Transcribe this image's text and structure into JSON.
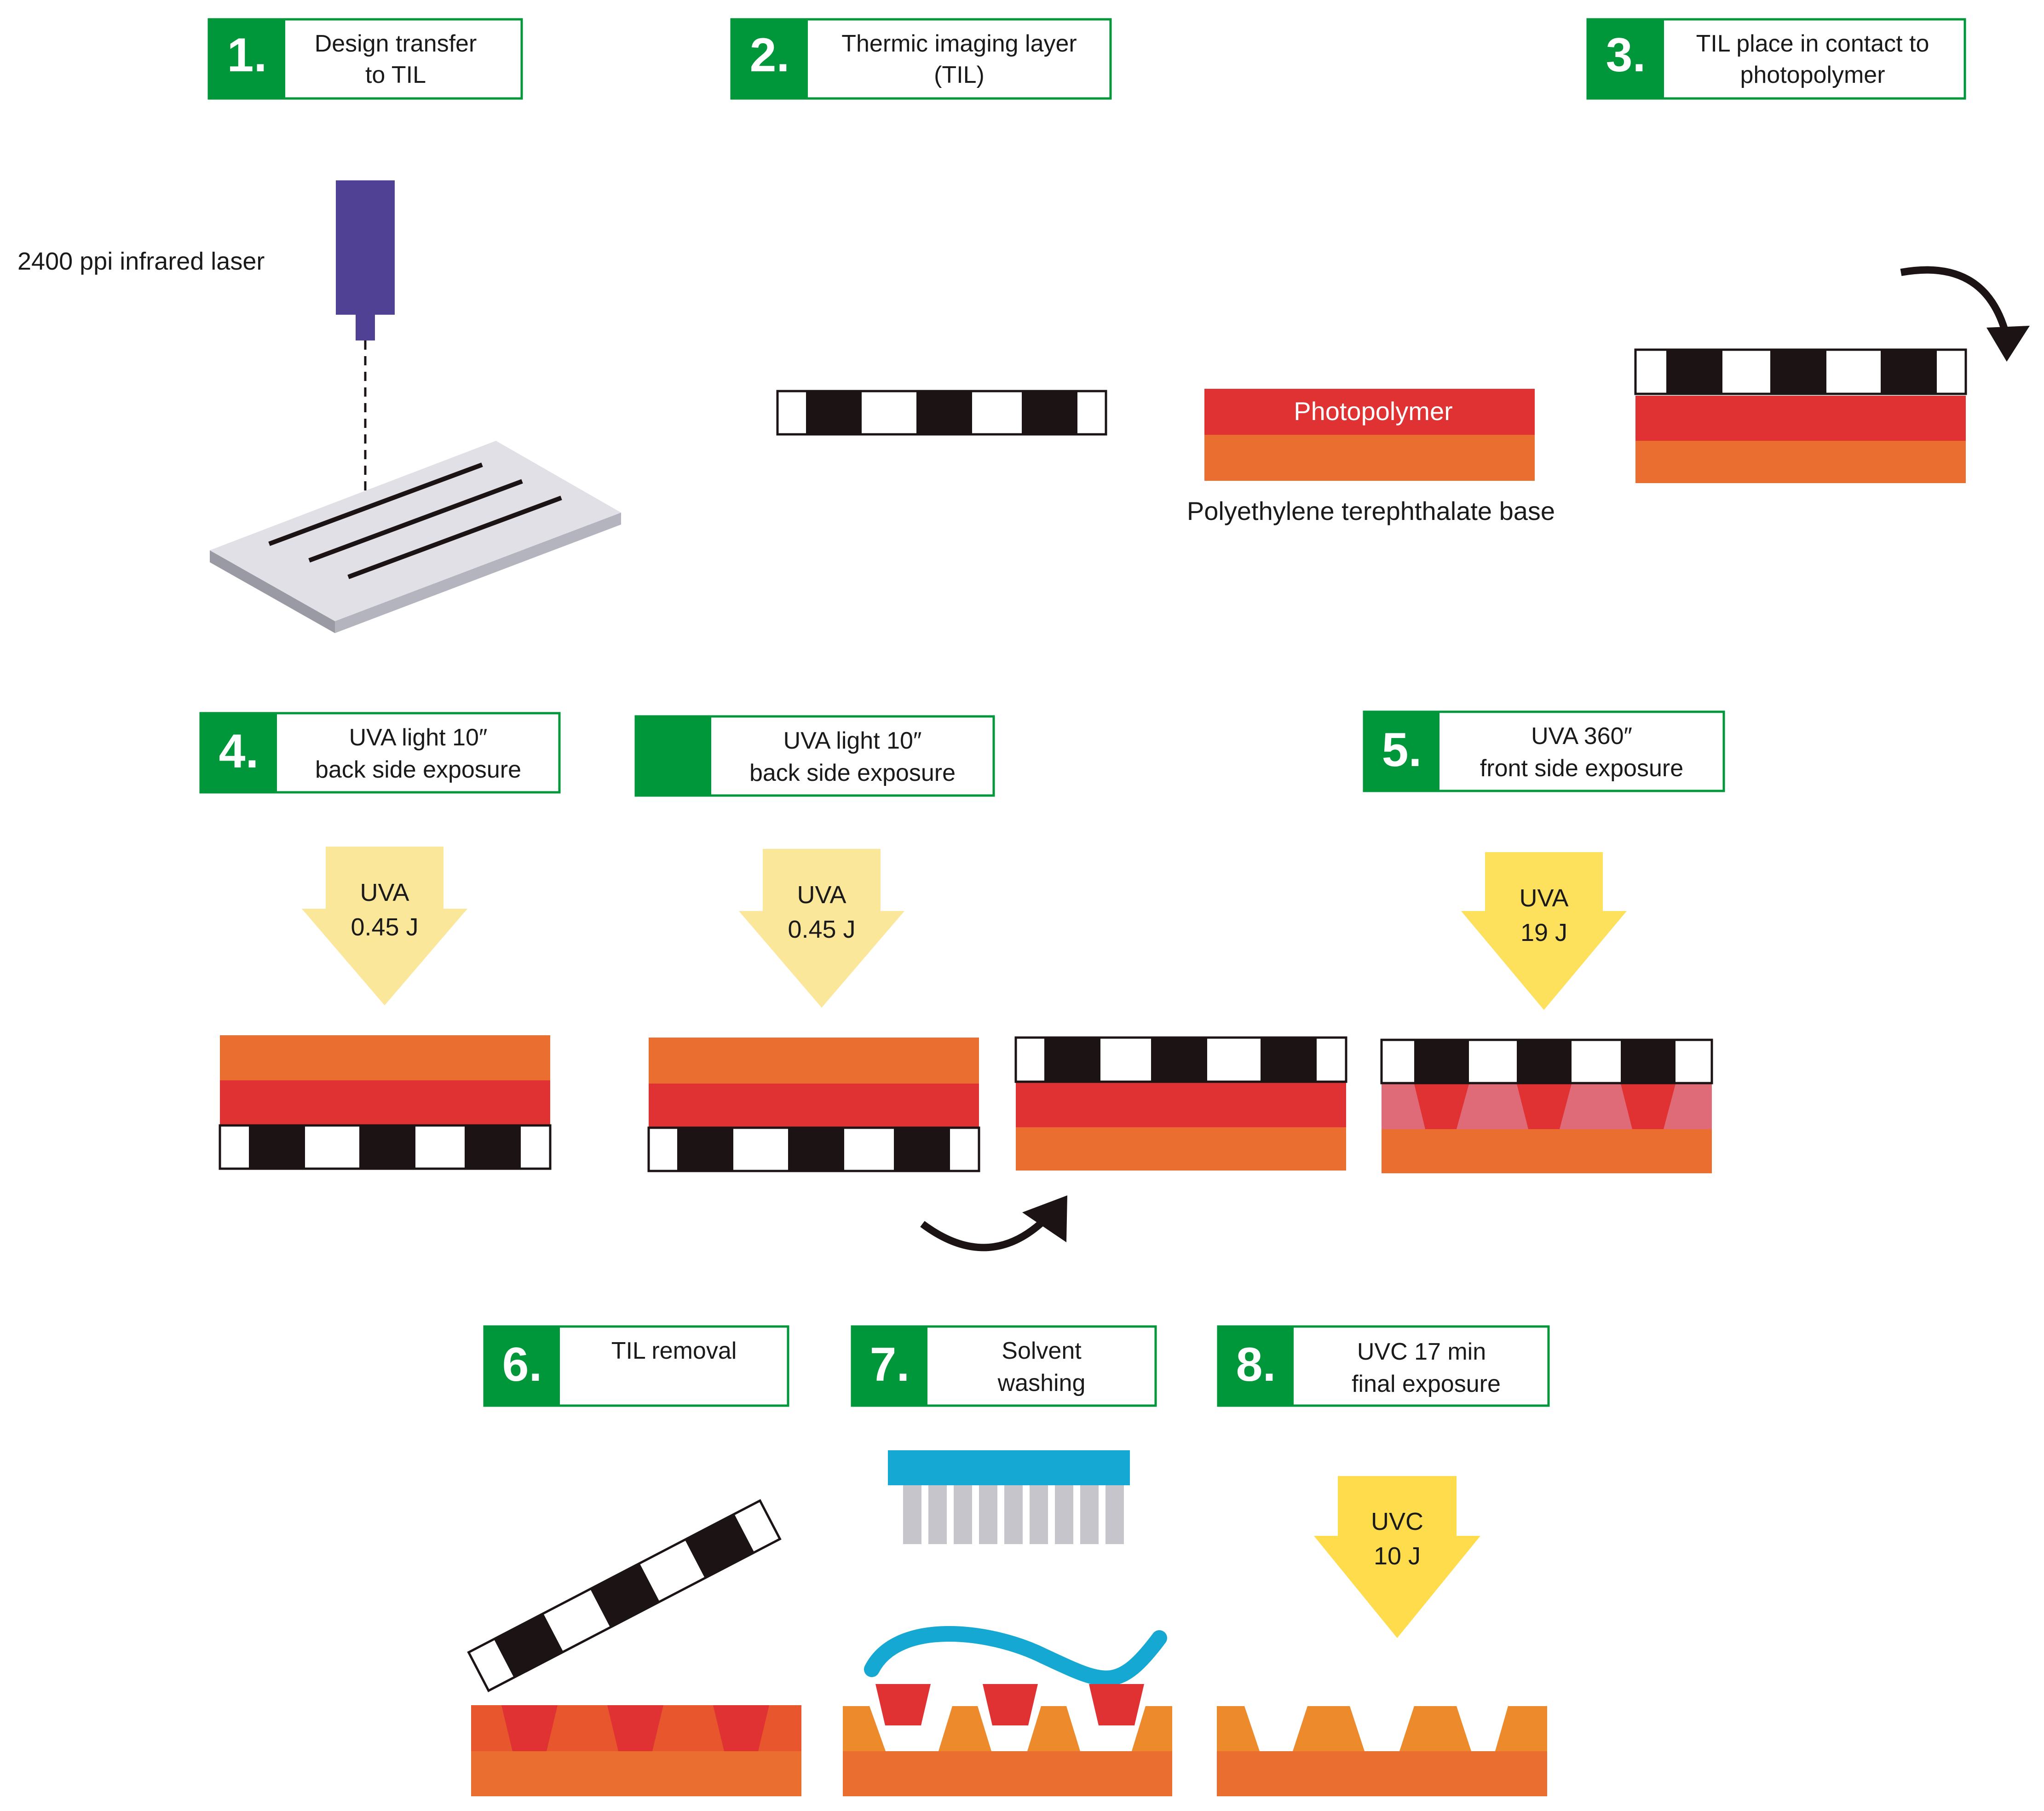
{
  "colors": {
    "green": "#00973a",
    "black": "#1c1414",
    "photopolymer_red": "#e03232",
    "pet_orange": "#e96e30",
    "relief_orange": "#ec8a2c",
    "cured_pink": "#e06b78",
    "laser_purple": "#514195",
    "uva_pale": "#fbe79a",
    "uva_bright": "#fde05c",
    "uvc_yellow": "#fedc4c",
    "brush_blue": "#14a8d2",
    "bristle_gray": "#c5c5cb",
    "plate_gray": "#e0e0e6"
  },
  "steps": [
    {
      "number": "1.",
      "line1": "Design transfer",
      "line2": "to TIL"
    },
    {
      "number": "2.",
      "line1": "Thermic imaging layer",
      "line2": "(TIL)"
    },
    {
      "number": "3.",
      "line1": "TIL place in contact to",
      "line2": "photopolymer"
    },
    {
      "number": "4.",
      "line1": "UVA light 10″",
      "line2": "back side exposure"
    },
    {
      "number": "",
      "line1": "UVA light 10″",
      "line2": "back side exposure"
    },
    {
      "number": "5.",
      "line1": "UVA 360″",
      "line2": "front side exposure"
    },
    {
      "number": "6.",
      "line1": "TIL removal",
      "line2": ""
    },
    {
      "number": "7.",
      "line1": "Solvent",
      "line2": "washing"
    },
    {
      "number": "8.",
      "line1": "UVC 17 min",
      "line2": "final exposure"
    }
  ],
  "labels": {
    "laser": "2400 ppi infrared laser",
    "photopolymer": "Photopolymer",
    "pet_base": "Polyethylene terephthalate base"
  },
  "arrows": {
    "uva_back_1": {
      "line1": "UVA",
      "line2": "0.45 J",
      "icon": "down-arrow-icon"
    },
    "uva_back_2": {
      "line1": "UVA",
      "line2": "0.45 J",
      "icon": "down-arrow-icon"
    },
    "uva_front": {
      "line1": "UVA",
      "line2": "19 J",
      "icon": "down-arrow-icon"
    },
    "uvc_final": {
      "line1": "UVC",
      "line2": "10 J",
      "icon": "down-arrow-icon"
    }
  }
}
